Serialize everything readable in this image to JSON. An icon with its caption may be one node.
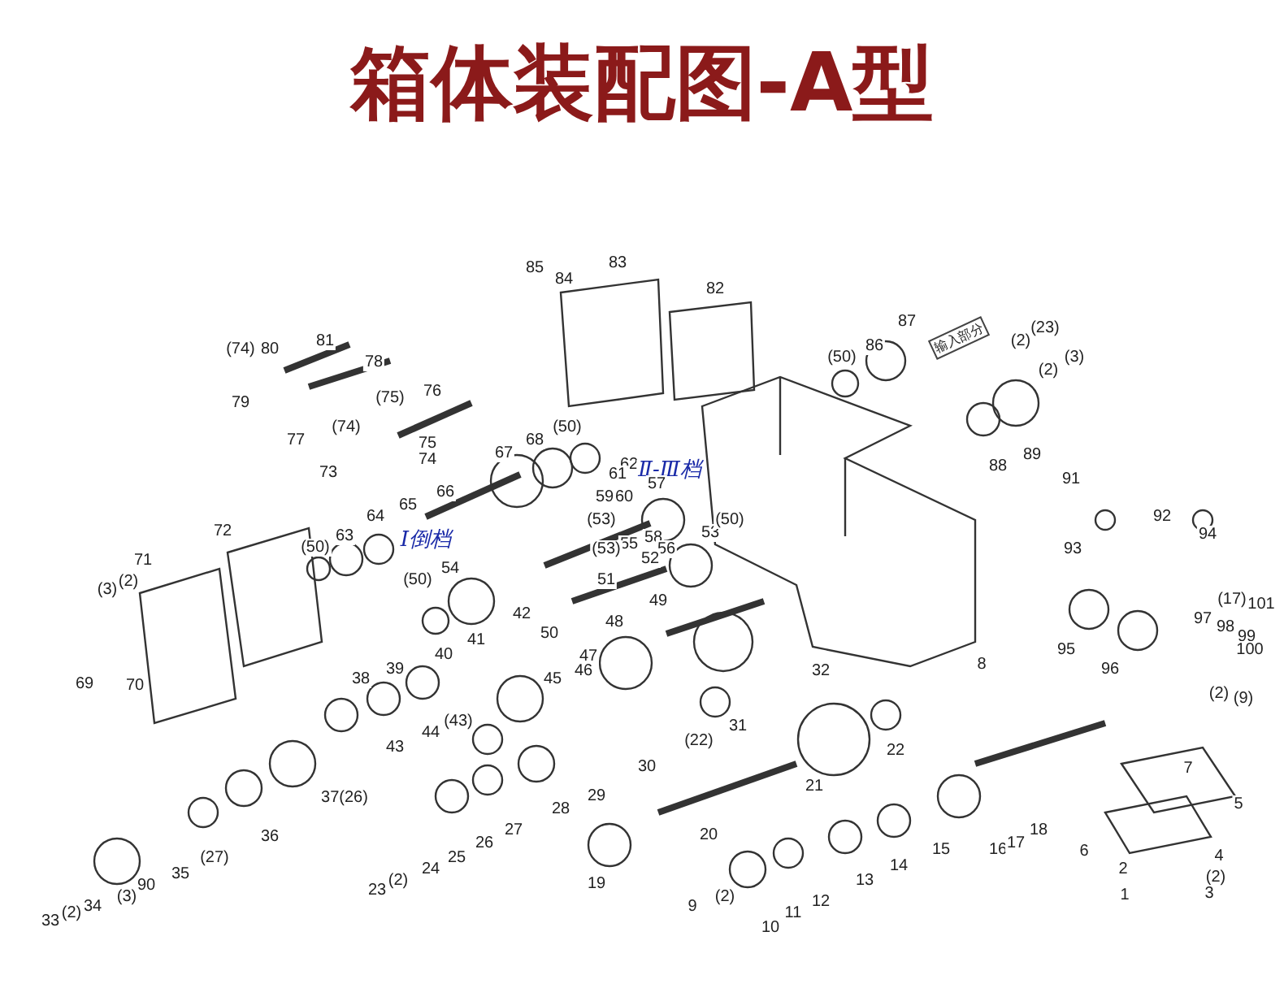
{
  "diagram": {
    "title": "箱体装配图-A型",
    "labels": [
      "85",
      "84",
      "83",
      "82",
      "87",
      "(23)",
      "输入部分",
      "(2)",
      "(3)",
      "(2)",
      "86",
      "(50)",
      "(74)",
      "80",
      "81",
      "78",
      "79",
      "76",
      "(75)",
      "77",
      "(74)",
      "75",
      "74",
      "73",
      "(50)",
      "68",
      "67",
      "62",
      "Ⅱ-Ⅲ档",
      "61",
      "57",
      "59",
      "60",
      "89",
      "88",
      "91",
      "92",
      "94",
      "93",
      "66",
      "65",
      "64",
      "63",
      "(50)",
      "72",
      "(53)",
      "58",
      "56",
      "55",
      "(53)",
      "52",
      "53",
      "(50)",
      "Ⅰ倒档",
      "54",
      "71",
      "(3)",
      "(2)",
      "(50)",
      "51",
      "42",
      "50",
      "49",
      "48",
      "47",
      "46",
      "45",
      "41",
      "40",
      "39",
      "38",
      "69",
      "70",
      "(43)",
      "44",
      "43",
      "32",
      "8",
      "95",
      "96",
      "(17)",
      "101",
      "97",
      "98",
      "99",
      "100",
      "(2)",
      "(9)",
      "(22)",
      "31",
      "22",
      "30",
      "21",
      "36",
      "37(26)",
      "29",
      "28",
      "27",
      "26",
      "25",
      "24",
      "23",
      "(2)",
      "(27)",
      "35",
      "34",
      "33",
      "(2)",
      "(3)",
      "90",
      "20",
      "19",
      "7",
      "5",
      "6",
      "4",
      "15",
      "16",
      "17",
      "18",
      "14",
      "13",
      "12",
      "11",
      "9",
      "(2)",
      "10",
      "2",
      "(2)",
      "1",
      "3"
    ]
  }
}
